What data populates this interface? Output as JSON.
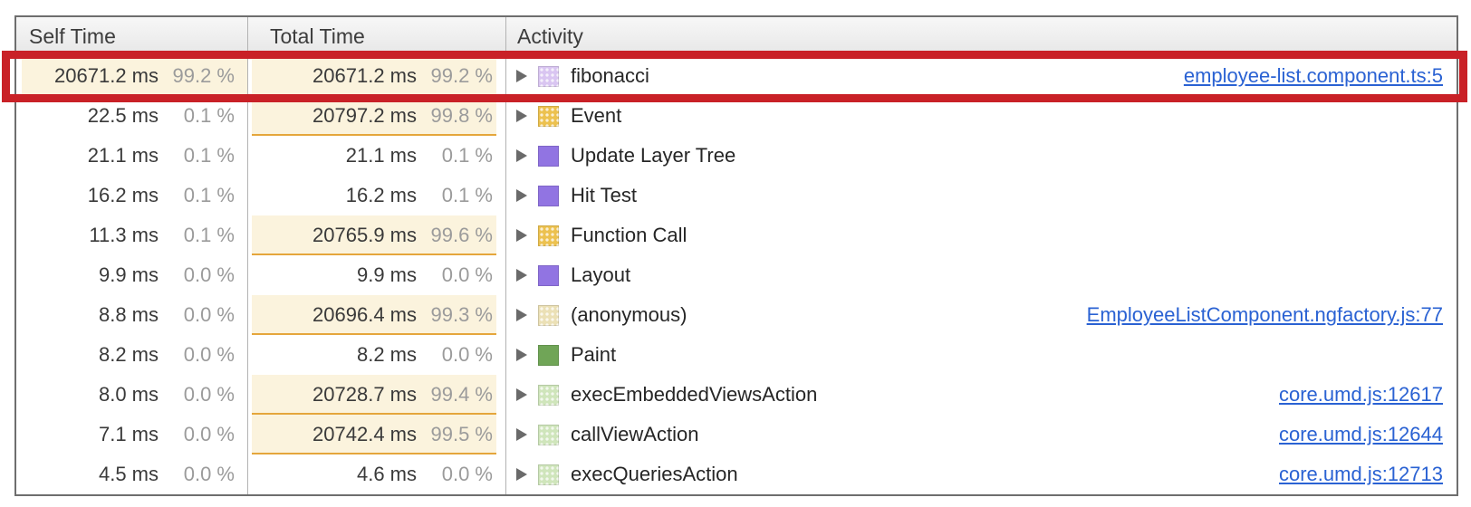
{
  "table": {
    "columns": [
      {
        "label": "Self Time"
      },
      {
        "label": "Total Time"
      },
      {
        "label": "Activity"
      }
    ],
    "rows": [
      {
        "self": {
          "ms": "20671.2 ms",
          "pct": "99.2 %",
          "hl": true
        },
        "total": {
          "ms": "20671.2 ms",
          "pct": "99.2 %",
          "hl": true
        },
        "activity": {
          "label": "fibonacci",
          "icon_name": "category-color-icon",
          "color": "#d9c5f1",
          "pattern": true
        },
        "link": "employee-list.component.ts:5",
        "annotated": true
      },
      {
        "self": {
          "ms": "22.5 ms",
          "pct": "0.1 %",
          "hl": false
        },
        "total": {
          "ms": "20797.2 ms",
          "pct": "99.8 %",
          "hl": true
        },
        "activity": {
          "label": "Event",
          "icon_name": "category-color-icon",
          "color": "#ecc14f",
          "pattern": true
        },
        "link": ""
      },
      {
        "self": {
          "ms": "21.1 ms",
          "pct": "0.1 %",
          "hl": false
        },
        "total": {
          "ms": "21.1 ms",
          "pct": "0.1 %",
          "hl": false
        },
        "activity": {
          "label": "Update Layer Tree",
          "icon_name": "category-color-icon",
          "color": "#9174e2",
          "pattern": false
        },
        "link": ""
      },
      {
        "self": {
          "ms": "16.2 ms",
          "pct": "0.1 %",
          "hl": false
        },
        "total": {
          "ms": "16.2 ms",
          "pct": "0.1 %",
          "hl": false
        },
        "activity": {
          "label": "Hit Test",
          "icon_name": "category-color-icon",
          "color": "#9174e2",
          "pattern": false
        },
        "link": ""
      },
      {
        "self": {
          "ms": "11.3 ms",
          "pct": "0.1 %",
          "hl": false
        },
        "total": {
          "ms": "20765.9 ms",
          "pct": "99.6 %",
          "hl": true
        },
        "activity": {
          "label": "Function Call",
          "icon_name": "category-color-icon",
          "color": "#ecc14f",
          "pattern": true
        },
        "link": ""
      },
      {
        "self": {
          "ms": "9.9 ms",
          "pct": "0.0 %",
          "hl": false
        },
        "total": {
          "ms": "9.9 ms",
          "pct": "0.0 %",
          "hl": false
        },
        "activity": {
          "label": "Layout",
          "icon_name": "category-color-icon",
          "color": "#9174e2",
          "pattern": false
        },
        "link": ""
      },
      {
        "self": {
          "ms": "8.8 ms",
          "pct": "0.0 %",
          "hl": false
        },
        "total": {
          "ms": "20696.4 ms",
          "pct": "99.3 %",
          "hl": true
        },
        "activity": {
          "label": "(anonymous)",
          "icon_name": "category-color-icon",
          "color": "#ebe0b6",
          "pattern": true
        },
        "link": "EmployeeListComponent.ngfactory.js:77"
      },
      {
        "self": {
          "ms": "8.2 ms",
          "pct": "0.0 %",
          "hl": false
        },
        "total": {
          "ms": "8.2 ms",
          "pct": "0.0 %",
          "hl": false
        },
        "activity": {
          "label": "Paint",
          "icon_name": "category-color-icon",
          "color": "#70a557",
          "pattern": false
        },
        "link": ""
      },
      {
        "self": {
          "ms": "8.0 ms",
          "pct": "0.0 %",
          "hl": false
        },
        "total": {
          "ms": "20728.7 ms",
          "pct": "99.4 %",
          "hl": true
        },
        "activity": {
          "label": "execEmbeddedViewsAction",
          "icon_name": "category-color-icon",
          "color": "#cfe5bb",
          "pattern": true
        },
        "link": "core.umd.js:12617"
      },
      {
        "self": {
          "ms": "7.1 ms",
          "pct": "0.0 %",
          "hl": false
        },
        "total": {
          "ms": "20742.4 ms",
          "pct": "99.5 %",
          "hl": true
        },
        "activity": {
          "label": "callViewAction",
          "icon_name": "category-color-icon",
          "color": "#cfe5bb",
          "pattern": true
        },
        "link": "core.umd.js:12644"
      },
      {
        "self": {
          "ms": "4.5 ms",
          "pct": "0.0 %",
          "hl": false
        },
        "total": {
          "ms": "4.6 ms",
          "pct": "0.0 %",
          "hl": false
        },
        "activity": {
          "label": "execQueriesAction",
          "icon_name": "category-color-icon",
          "color": "#cfe5bb",
          "pattern": true
        },
        "link": "core.umd.js:12713"
      }
    ],
    "colors": {
      "annotation_red": "#c92127",
      "highlight_cell_bg": "#fbf3dd",
      "highlight_cell_border": "#e5a63c",
      "link_blue": "#2a62d3"
    }
  }
}
